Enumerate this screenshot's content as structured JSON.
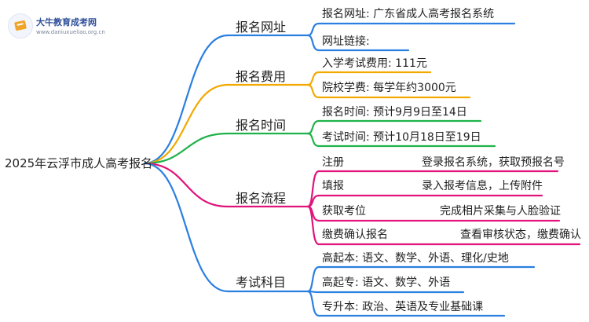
{
  "logo": {
    "title": "大牛教育成考网",
    "url": "www.daniuxueliao.org.cn"
  },
  "root": {
    "label": "2025年云浮市成人高考报名"
  },
  "branches": [
    {
      "label": "报名网址",
      "color": "#2a7fe0",
      "leaves": [
        {
          "text": "报名网址: 广东省成人高考报名系统"
        },
        {
          "text": "网址链接:"
        }
      ]
    },
    {
      "label": "报名费用",
      "color": "#f2a900",
      "leaves": [
        {
          "text": "入学考试费用: 111元"
        },
        {
          "text": "院校学费: 每学年约3000元"
        }
      ]
    },
    {
      "label": "报名时间",
      "color": "#1fb24a",
      "leaves": [
        {
          "text": "报名时间: 预计9月9日至14日"
        },
        {
          "text": "考试时间: 预计10月18日至19日"
        }
      ]
    },
    {
      "label": "报名流程",
      "color": "#e0147a",
      "leaves": [
        {
          "text": "注册",
          "detail": "登录报名系统，获取预报名号"
        },
        {
          "text": "填报",
          "detail": "录入报考信息，上传附件"
        },
        {
          "text": "获取考位",
          "detail": "完成相片采集与人脸验证"
        },
        {
          "text": "缴费确认报名",
          "detail": "查看审核状态，缴费确认"
        }
      ]
    },
    {
      "label": "考试科目",
      "color": "#2a7fe0",
      "leaves": [
        {
          "text": "高起本: 语文、数学、外语、理化/史地"
        },
        {
          "text": "高起专: 语文、数学、外语"
        },
        {
          "text": "专升本: 政治、英语及专业基础课"
        }
      ]
    }
  ]
}
